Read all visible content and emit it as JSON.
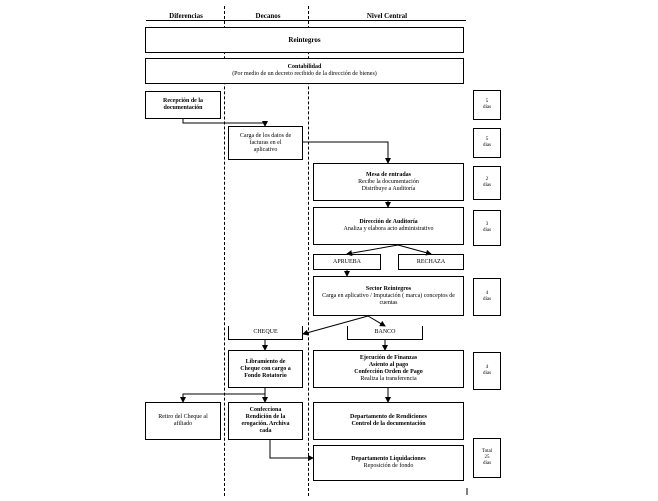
{
  "columns": {
    "left": "Diferencias",
    "middle": "Decanos",
    "right": "Nivel Central"
  },
  "boxes": {
    "reintegros": "Reintegros",
    "contabilidad_title": "Contabilidad",
    "contabilidad_note": "(Por medio de un decreto recibido de la dirección de bienes)",
    "recepcion": [
      "Recepción de la",
      "documentación"
    ],
    "carga_datos": [
      "Carga de los datos de",
      "facturas en el",
      "aplicativo"
    ],
    "mesa_entradas": [
      "Mesa de entradas",
      "Recibe la documentación",
      "Distribuye a Auditoría"
    ],
    "direccion_auditoria": [
      "Dirección de Auditoría",
      "Analiza y elabora acto administrativo"
    ],
    "aprueba": "APRUEBA",
    "rechaza": "RECHAZA",
    "sector_reintegros": [
      "Sector Reintegros",
      "Carga en aplicativo / Imputación ( marca) conceptos de",
      "cuentas"
    ],
    "cheque": "CHEQUE",
    "banco": "BANCO",
    "libramiento": [
      "Libramiento de",
      "Cheque con cargo a",
      "Fondo Rotatorio"
    ],
    "ejecucion": [
      "Ejecución de Finanzas",
      "Asiento al pago",
      "Confección Orden de Pago",
      "Realiza la transferencia"
    ],
    "retiro_cheque": [
      "Retiro del Cheque al",
      "afiliado"
    ],
    "confecciona": [
      "Confecciona",
      "Rendición de la",
      "erogación. Archiva",
      "cada"
    ],
    "depto_rendiciones": [
      "Departamento de Rendiciones",
      "Control de la documentación"
    ],
    "depto_liquidaciones": [
      "Departamento Liquidaciones",
      "Reposición de fondo"
    ]
  },
  "durations": {
    "d1": [
      "5",
      "días"
    ],
    "d2": [
      "5",
      "días"
    ],
    "d3": [
      "2",
      "días"
    ],
    "d4": [
      "3",
      "días"
    ],
    "d5": [
      "4",
      "días"
    ],
    "d6": [
      "4",
      "días"
    ],
    "total": [
      "Total",
      "25",
      "días"
    ]
  }
}
